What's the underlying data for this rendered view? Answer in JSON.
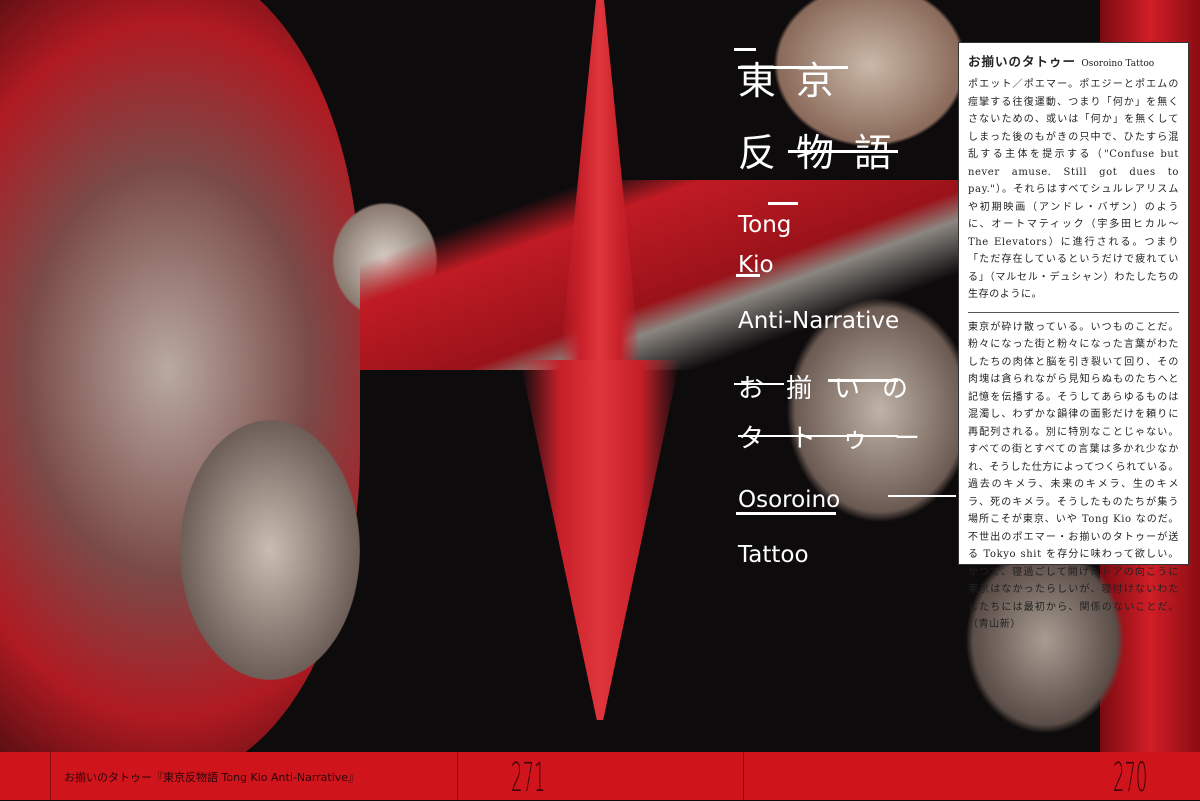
{
  "title_lines": [
    "東京",
    "反物語",
    "Tong",
    "Kio",
    "Anti-Narrative",
    "お揃いの",
    "タトゥー",
    "Osoroino",
    "Tattoo"
  ],
  "box": {
    "heading": "お揃いのタトゥー",
    "heading_en": "Osoroino Tattoo",
    "para1": "ポエット／ポエマー。ポエジーとポエムの痙攣する往復運動、つまり「何か」を無くさないための、或いは「何か」を無くしてしまった後のもがきの只中で、ひたすら混乱する主体を提示する（\"Confuse but never amuse. Still got dues to pay.\"）。それらはすべてシュルレアリスムや初期映画（アンドレ・バザン）のように、オートマティック（宇多田ヒカル〜 The Elevators）に進行される。つまり「ただ存在しているというだけで疲れている」（マルセル・デュシャン）わたしたちの生存のように。",
    "para2": "東京が砕け散っている。いつものことだ。粉々になった街と粉々になった言葉がわたしたちの肉体と脳を引き裂いて回り、その肉塊は貪られながら見知らぬものたちへと記憶を伝播する。そうしてあらゆるものは混濁し、わずかな韻律の面影だけを頼りに再配列される。別に特別なことじゃない。すべての街とすべての言葉は多かれ少なかれ、そうした仕方によってつくられている。過去のキメラ、未来のキメラ、生のキメラ、死のキメラ。そうしたものたちが集う場所こそが東京、いや Tong Kio なのだ。不世出のポエマー・お揃いのタトゥーが送る Tokyo shit を存分に味わって欲しい。かつて、寝過ごして開けたドアの向こうに東京はなかったらしいが、寝付けないわたしたちには最初から、関係のないことだ。（青山新）"
  },
  "footer": {
    "running_title": "お揃いのタトゥー『東京反物語 Tong Kio Anti-Narrative』",
    "page_left": "271",
    "page_right": "270",
    "color": "#d0141c"
  }
}
